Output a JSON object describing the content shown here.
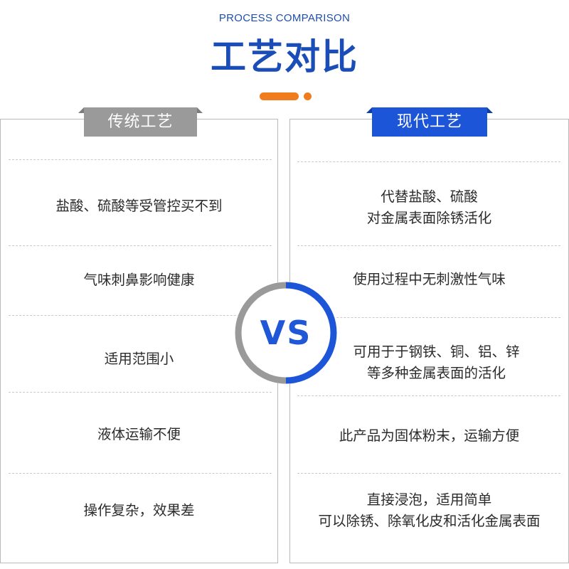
{
  "header": {
    "subtitle": "PROCESS COMPARISON",
    "title": "工艺对比"
  },
  "colors": {
    "accent_orange": "#f07c1e",
    "primary_blue": "#1d55d8",
    "tag_gray": "#9a9a9a"
  },
  "left_column": {
    "tag": "传统工艺",
    "rows": [
      [
        "盐酸、硫酸等受管控买不到"
      ],
      [
        "气味刺鼻影响健康"
      ],
      [
        "适用范围小"
      ],
      [
        "液体运输不便"
      ],
      [
        "操作复杂，效果差"
      ]
    ]
  },
  "right_column": {
    "tag": "现代工艺",
    "rows": [
      [
        "代替盐酸、硫酸",
        "对金属表面除锈活化"
      ],
      [
        "使用过程中无刺激性气味"
      ],
      [
        "可用于于钢铁、铜、铝、锌",
        "等多种金属表面的活化"
      ],
      [
        "此产品为固体粉末，运输方便"
      ],
      [
        "直接浸泡，适用简单",
        "可以除锈、除氧化皮和活化金属表面"
      ]
    ]
  },
  "vs_badge": {
    "label": "VS"
  }
}
